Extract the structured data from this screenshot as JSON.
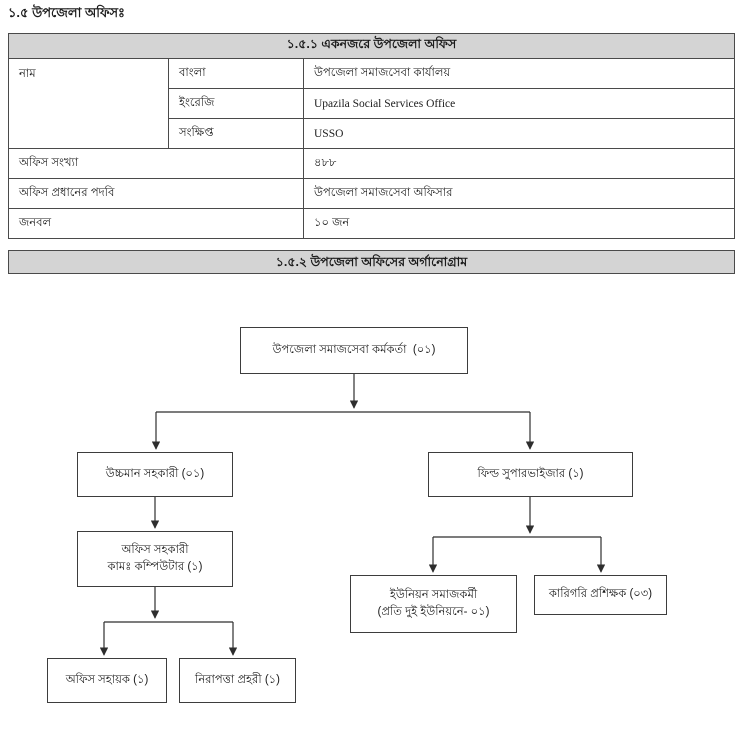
{
  "page": {
    "heading": "১.৫ উপজেলা অফিসঃ"
  },
  "summary_table": {
    "title": "১.৫.১ একনজরে উপজেলা অফিস",
    "name_label": "নাম",
    "name_rows": [
      {
        "label": "বাংলা",
        "value": "উপজেলা সমাজসেবা কার্যালয়"
      },
      {
        "label": "ইংরেজি",
        "value": "Upazila Social Services Office"
      },
      {
        "label": "সংক্ষিপ্ত",
        "value": "USSO"
      }
    ],
    "rows": [
      {
        "label": "অফিস সংখ্যা",
        "value": "৪৮৮"
      },
      {
        "label": "অফিস প্রধানের পদবি",
        "value": "উপজেলা সমাজসেবা অফিসার"
      },
      {
        "label": "জনবল",
        "value": "১০ জন"
      }
    ]
  },
  "organogram": {
    "title": "১.৫.২ উপজেলা অফিসের অর্গানোগ্রাম",
    "nodes": {
      "officer": "উপজেলা সমাজসেবা কর্মকর্তা  (০১)",
      "upper_division_assistant": "উচ্চমান সহকারী (০১)",
      "field_supervisor": "ফিল্ড সুপারভাইজার (১)",
      "office_assistant_cum_computer": {
        "line1": "অফিস সহকারী",
        "line2": "কামঃ কম্পিউটার (১)"
      },
      "union_social_worker": {
        "line1": "ইউনিয়ন সমাজকর্মী",
        "line2": "(প্রতি দুই ইউনিয়নে- ০১)"
      },
      "technical_instructor": "কারিগরি প্রশিক্ষক (০৩)",
      "office_support_staff": "অফিস সহায়ক (১)",
      "security_guard": "নিরাপত্তা প্রহরী (১)"
    }
  },
  "colors": {
    "section_header_bg": "#d4d4d4",
    "table_border": "#4a4a4a",
    "connector_line": "#2e2e2e",
    "text": "#1b1b1b",
    "page_bg": "#ffffff"
  }
}
